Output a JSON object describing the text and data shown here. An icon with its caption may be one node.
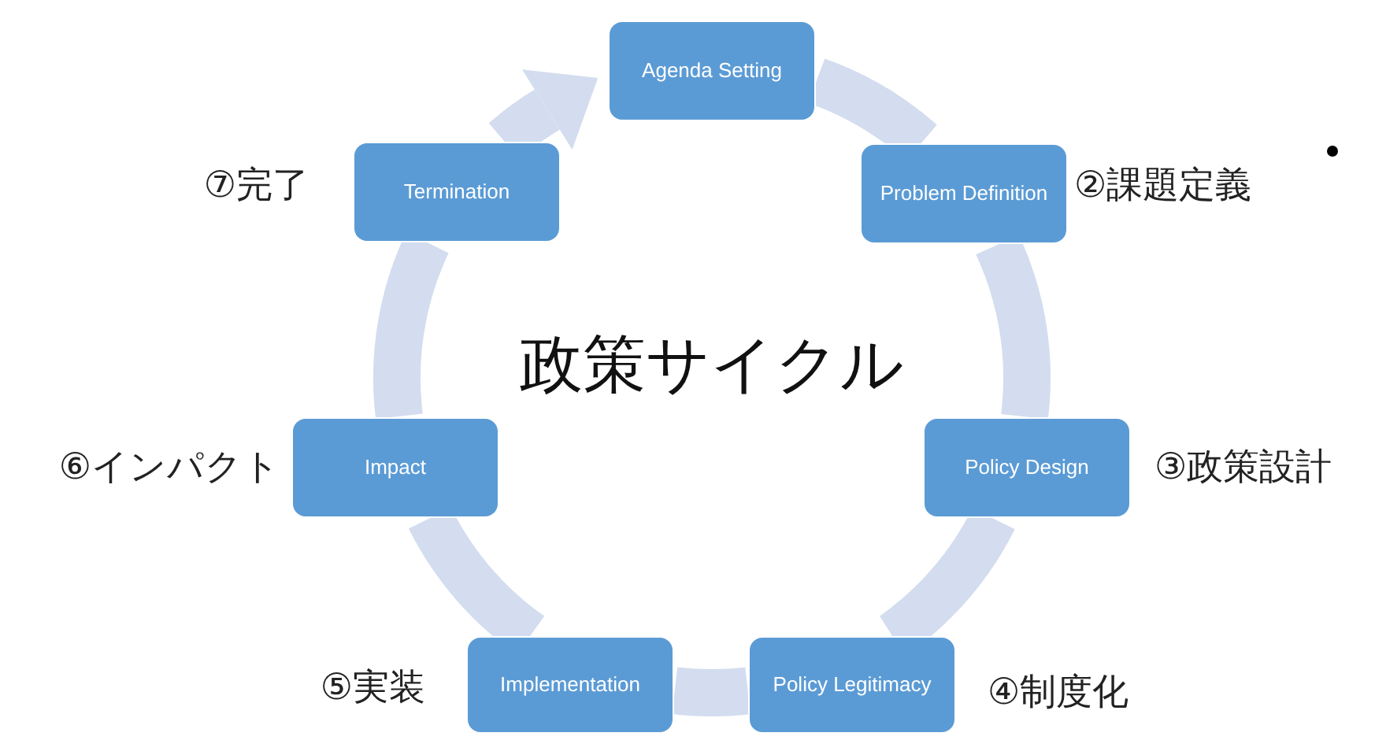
{
  "diagram": {
    "title": "政策サイクル",
    "nodes": [
      {
        "text": [
          "Agenda Setting"
        ]
      },
      {
        "text": [
          "Problem Definition"
        ],
        "beside": [
          "②課題定義"
        ]
      },
      {
        "text": [
          "Policy Design"
        ],
        "beside": [
          "③政策設計"
        ]
      },
      {
        "text": [
          "Policy Legitimacy"
        ],
        "beside": [
          "④制度化"
        ]
      },
      {
        "text": [
          "Implementation"
        ],
        "beside": [
          "⑤実装"
        ]
      },
      {
        "text": [
          "Impact"
        ],
        "beside": [
          "⑥インパクト"
        ]
      },
      {
        "text": [
          "Termination"
        ],
        "beside": [
          "⑦完了"
        ]
      }
    ],
    "edges": [
      {
        "from": 0,
        "to": 1,
        "arrow": "none"
      },
      {
        "from": 1,
        "to": 2,
        "arrow": "none"
      },
      {
        "from": 2,
        "to": 3,
        "arrow": "none"
      },
      {
        "from": 3,
        "to": 4,
        "arrow": "none"
      },
      {
        "from": 4,
        "to": 5,
        "arrow": "none"
      },
      {
        "from": 5,
        "to": 6,
        "arrow": "none"
      },
      {
        "from": 6,
        "to": 0,
        "arrow": "to"
      }
    ]
  }
}
